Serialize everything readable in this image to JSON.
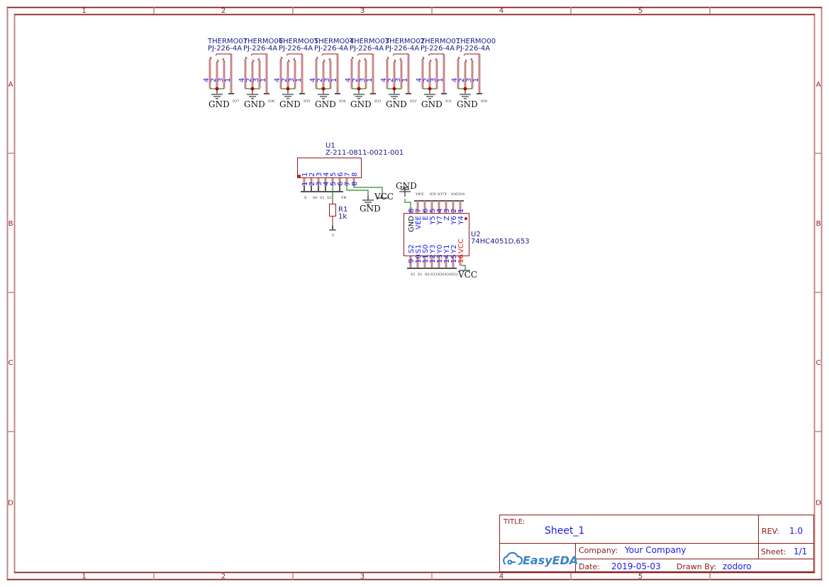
{
  "sheet": {
    "columns": [
      "1",
      "2",
      "3",
      "4",
      "5"
    ],
    "rows": [
      "A",
      "B",
      "C",
      "D"
    ]
  },
  "connectors": [
    {
      "designator": "THERMO07",
      "part": "PJ-226-4A",
      "pins": [
        "4",
        "2",
        "3",
        "1"
      ],
      "ground": "GND",
      "net": "IO7"
    },
    {
      "designator": "THERMO06",
      "part": "PJ-226-4A",
      "pins": [
        "4",
        "2",
        "3",
        "1"
      ],
      "ground": "GND",
      "net": "IO6"
    },
    {
      "designator": "THERMO05",
      "part": "PJ-226-4A",
      "pins": [
        "4",
        "2",
        "3",
        "1"
      ],
      "ground": "GND",
      "net": "IO5"
    },
    {
      "designator": "THERMO04",
      "part": "PJ-226-4A",
      "pins": [
        "4",
        "2",
        "3",
        "1"
      ],
      "ground": "GND",
      "net": "IO4"
    },
    {
      "designator": "THERMO03",
      "part": "PJ-226-4A",
      "pins": [
        "4",
        "2",
        "3",
        "1"
      ],
      "ground": "GND",
      "net": "IO3"
    },
    {
      "designator": "THERMO02",
      "part": "PJ-226-4A",
      "pins": [
        "4",
        "2",
        "3",
        "1"
      ],
      "ground": "GND",
      "net": "IO2"
    },
    {
      "designator": "THERMO01",
      "part": "PJ-226-4A",
      "pins": [
        "4",
        "2",
        "3",
        "1"
      ],
      "ground": "GND",
      "net": "IO1"
    },
    {
      "designator": "THERMO00",
      "part": "PJ-226-4A",
      "pins": [
        "4",
        "2",
        "3",
        "1"
      ],
      "ground": "GND",
      "net": "IO0"
    }
  ],
  "u1": {
    "designator": "U1",
    "part": "Z-211-0811-0021-001",
    "inner_pins": [
      "1",
      "2",
      "3",
      "4",
      "5",
      "6",
      "7",
      "8"
    ],
    "outer_pins": [
      "1",
      "2",
      "3",
      "4",
      "5",
      "6",
      "7",
      "8"
    ],
    "nets": [
      "E",
      "S0",
      "S1",
      "S2",
      "Y#"
    ],
    "gnd_label": "GND",
    "vcc_label": "VCC"
  },
  "r1": {
    "designator": "R1",
    "value": "1k",
    "net": "Y"
  },
  "u2": {
    "designator": "U2",
    "part": "74HC4051D,653",
    "top_pins": [
      "8",
      "7",
      "6",
      "5",
      "4",
      "3",
      "2",
      "1"
    ],
    "top_names": [
      "GND",
      "VEE",
      "E",
      "Y5",
      "Y7",
      "Z",
      "Y6",
      "Y4"
    ],
    "top_nets": [
      "Y#",
      "E",
      "IO5",
      "IO7",
      "Y",
      "IO6",
      "IO4"
    ],
    "bottom_pins": [
      "9",
      "10",
      "11",
      "12",
      "13",
      "14",
      "15",
      "16"
    ],
    "bottom_names": [
      "S2",
      "S1",
      "S0",
      "Y3",
      "Y0",
      "Y1",
      "Y2",
      "VCC"
    ],
    "bottom_nets": [
      "S2",
      "S1",
      "S0",
      "IO3",
      "IO0",
      "IO1",
      "IO2"
    ],
    "gnd_label": "GND",
    "vcc_label": "VCC"
  },
  "title_block": {
    "title_label": "TITLE:",
    "title": "Sheet_1",
    "rev_label": "REV:",
    "rev": "1.0",
    "company_label": "Company:",
    "company": "Your Company",
    "sheet_label": "Sheet:",
    "sheet": "1/1",
    "date_label": "Date:",
    "date": "2019-05-03",
    "drawn_by_label": "Drawn By:",
    "drawn_by": "zodoro",
    "logo_text": "EasyEDA"
  },
  "colors": {
    "frame": "#8b1a1a",
    "pin": "#c88a8a",
    "wire": "#2b8a2b",
    "junction": "#d00000",
    "text_blue": "#1a1ae6",
    "logo": "#3b82c4"
  }
}
